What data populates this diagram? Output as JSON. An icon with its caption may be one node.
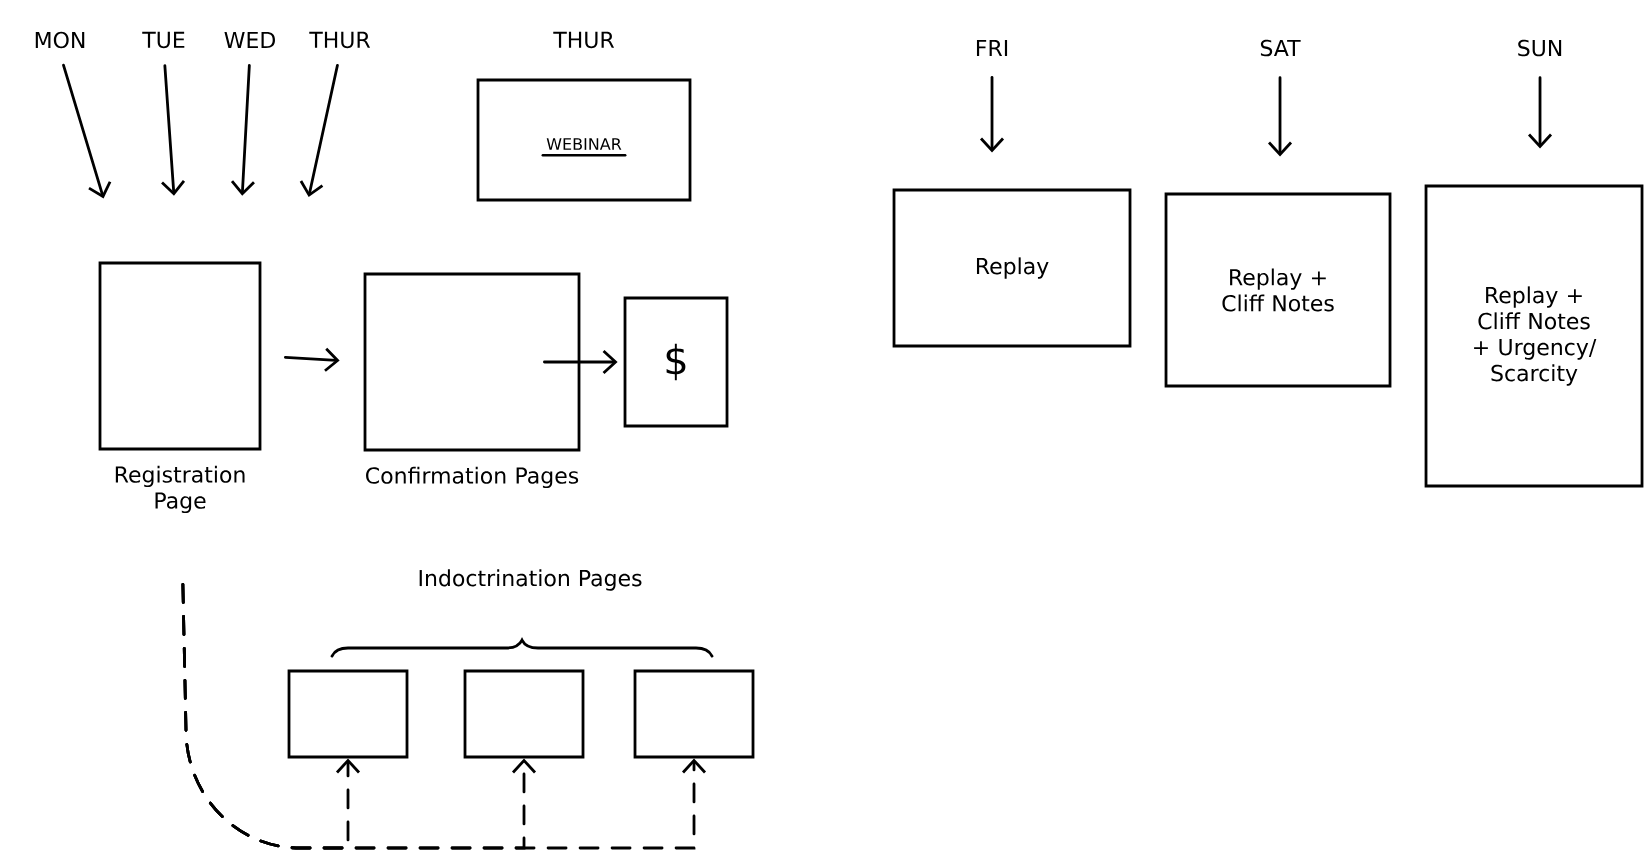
{
  "diagram": {
    "nodes": [
      {
        "text": [
          "MON"
        ]
      },
      {
        "text": [
          "TUE"
        ]
      },
      {
        "text": [
          "WED"
        ]
      },
      {
        "text": [
          "THUR"
        ]
      },
      {
        "text": [
          "THUR",
          "WEBINAR"
        ]
      },
      {
        "text": [
          "Registration Page"
        ]
      },
      {
        "text": [
          "Confirmation Pages"
        ]
      },
      {
        "text": [
          "$"
        ]
      },
      {
        "text": [],
        "shape": "box"
      },
      {
        "text": [],
        "shape": "box"
      },
      {
        "text": [],
        "shape": "box"
      },
      {
        "text": [
          "FRI"
        ]
      },
      {
        "text": [
          "Replay"
        ]
      },
      {
        "text": [
          "SAT"
        ]
      },
      {
        "text": [
          "Replay + Cliff Notes"
        ]
      },
      {
        "text": [
          "SUN"
        ]
      },
      {
        "text": [
          "Replay + Cliff Notes + Urgency/ Scarcity"
        ]
      }
    ],
    "edges": [
      {
        "from": 0,
        "to": 5,
        "arrow": "to"
      },
      {
        "from": 1,
        "to": 5,
        "arrow": "to"
      },
      {
        "from": 2,
        "to": 5,
        "arrow": "to"
      },
      {
        "from": 3,
        "to": 5,
        "arrow": "to"
      },
      {
        "from": 5,
        "to": 6,
        "arrow": "to"
      },
      {
        "from": 6,
        "to": 7,
        "arrow": "to"
      },
      {
        "from": 5,
        "to": 8,
        "arrow": "to",
        "style": "dashed"
      },
      {
        "from": 5,
        "to": 9,
        "arrow": "to",
        "style": "dashed"
      },
      {
        "from": 5,
        "to": 10,
        "arrow": "to",
        "style": "dashed"
      },
      {
        "from": 11,
        "to": 12,
        "arrow": "to"
      },
      {
        "from": 13,
        "to": 14,
        "arrow": "to"
      },
      {
        "from": 15,
        "to": 16,
        "arrow": "to"
      }
    ],
    "labels": [
      "Indoctrination Pages"
    ]
  }
}
